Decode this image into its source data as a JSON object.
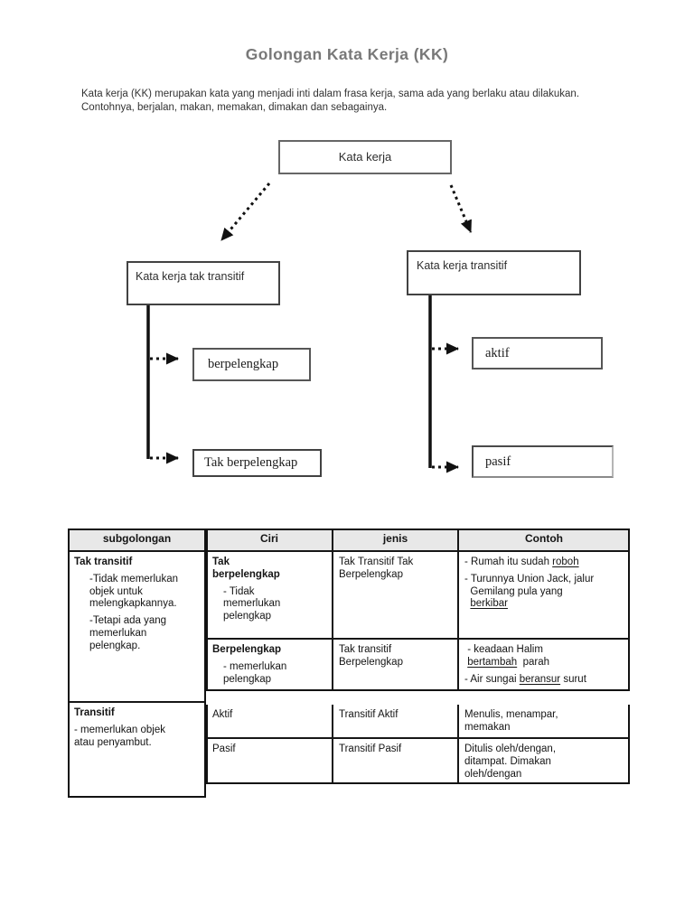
{
  "page": {
    "title": "Golongan Kata Kerja (KK)",
    "intro": "Kata kerja (KK) merupakan kata yang menjadi inti dalam frasa kerja, sama ada yang berlaku atau dilakukan. Contohnya, berjalan, makan, memakan, dimakan dan sebagainya."
  },
  "diagram": {
    "root": "Kata kerja",
    "left_branch": {
      "label": "Kata kerja tak transitif",
      "children": [
        "berpelengkap",
        "Tak berpelengkap"
      ]
    },
    "right_branch": {
      "label": "Kata kerja transitif",
      "children": [
        "aktif",
        "pasif"
      ]
    }
  },
  "table": {
    "headers": [
      "subgolongan",
      "Ciri",
      "jenis",
      "Contoh"
    ],
    "col1": {
      "tak_transitif": {
        "title": "Tak transitif",
        "point1": "-Tidak memerlukan\nobjek untuk\nmelengkapkannya.",
        "point2": "-Tetapi ada yang\nmemerlukan\npelengkap."
      },
      "transitif": {
        "title": "Transitif",
        "point1": "- memerlukan objek\natau penyambut."
      }
    },
    "rows": {
      "a": {
        "ciri_title": "Tak\nberpelengkap",
        "ciri_point": "- Tidak\nmemerlukan\npelengkap",
        "jenis": "Tak Transitif Tak\nBerpelengkap",
        "contoh": [
          [
            {
              "t": "- Rumah itu sudah "
            },
            {
              "t": "roboh",
              "u": true
            }
          ],
          [
            {
              "t": "- Turunnya Union Jack, jalur\n  Gemilang pula yang\n  "
            },
            {
              "t": "berkibar",
              "u": true
            }
          ]
        ]
      },
      "b": {
        "ciri_title": "Berpelengkap",
        "ciri_point": "- memerlukan\npelengkap",
        "jenis": "Tak transitif\nBerpelengkap",
        "contoh": [
          [
            {
              "t": " - keadaan Halim\n "
            },
            {
              "t": "bertambah",
              "u": true
            },
            {
              "t": "  parah"
            }
          ],
          [
            {
              "t": "- Air sungai "
            },
            {
              "t": "beransur",
              "u": true
            },
            {
              "t": " surut"
            }
          ]
        ]
      },
      "c": {
        "ciri_title": "Aktif",
        "jenis": "Transitif Aktif",
        "contoh": [
          [
            {
              "t": "Menulis, menampar,\nmemakan"
            }
          ]
        ]
      },
      "d": {
        "ciri_title": "Pasif",
        "jenis": "Transitif Pasif",
        "contoh": [
          [
            {
              "t": "Ditulis oleh/dengan,\nditampat. Dimakan\noleh/dengan"
            }
          ]
        ]
      }
    }
  },
  "colors": {
    "title_grey": "#787878",
    "table_header_bg": "#e8e8e8",
    "table_border": "#161616",
    "arrow_black": "#111111"
  }
}
